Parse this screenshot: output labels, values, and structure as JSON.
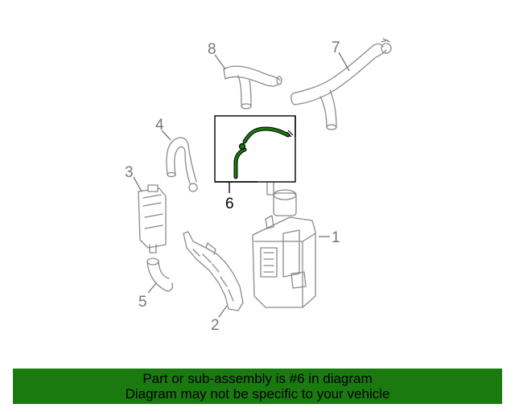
{
  "callouts": {
    "n1": "1",
    "n2": "2",
    "n3": "3",
    "n4": "4",
    "n5": "5",
    "n6": "6",
    "n7": "7",
    "n8": "8"
  },
  "highlight_color": "#1a7a10",
  "banner": {
    "line1": "Part or sub-assembly is #6 in diagram",
    "line2": "Diagram may not be specific to your vehicle"
  }
}
